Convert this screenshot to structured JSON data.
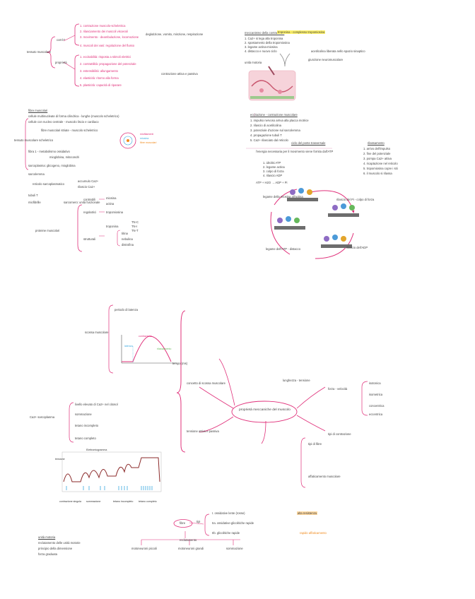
{
  "top_left": {
    "root": "tessuto muscolare",
    "branch_what": "cos'è?",
    "branch_prop": "proprietà",
    "what_items": [
      "1. contrazione muscolo-scheletrica",
      "2. rilasciamento dei muscoli viscerali",
      "3. movimento - deambulazione, locomozione",
      "4. muscoli dei vasi: regolazione del flusso"
    ],
    "what_aside": "deglutizione, vomito, minzione, respirazione",
    "prop_items": [
      "1. eccitabilità: risposta a stimoli elettrici",
      "2. contrattilità: propagazione del potenziale",
      "3. estensibilità: allungamento",
      "4. elasticità: ritorno alla forma",
      "5. plasticità: capacità di riparare"
    ],
    "prop_aside": "contrazione attiva e passiva"
  },
  "mid_left": {
    "title": "fibre muscolari",
    "lines": [
      "cellule multinucleate di forma cilindrica - lunghe (muscolo scheletrico)",
      "cellule con nucleo centrale - muscolo liscio e cardiaco"
    ],
    "striated": "fibre muscolari striate - muscolo scheletrico",
    "striated_note": "tessuto muscolare scheletrico",
    "fiber_type": "fibra 1 - metabolismo ossidativo",
    "fiber_sub": "mioglobina, mitocondri",
    "sarcoplasm": "sarcoplasma: glicogeno, mioglobina",
    "sarcolemma": "sarcolemma",
    "sr": "reticolo sarcoplasmatico",
    "sr_note1": "accumulo Ca2+",
    "sr_note2": "rilascio Ca2+",
    "ttubule": "tubuli T",
    "myofibril": "miofibrille",
    "myofibril_note": "sarcomero: unità funzionale",
    "proteins": "proteine muscolari",
    "legend": [
      "miofilamenti",
      "miosina",
      "fibre muscolari"
    ]
  },
  "proteins_tree": {
    "contractile": "contrattili",
    "myosin": "miosina",
    "actin": "actina",
    "regulatory": "regolatrici",
    "tropomyosin": "tropomiosina",
    "troponin": "troponina",
    "troponin_sub": [
      "TN-C",
      "TN-I",
      "TN-T"
    ],
    "structural": "strutturali",
    "structural_sub": [
      "titina",
      "nebulina",
      "distrofina"
    ]
  },
  "top_right": {
    "title": "meccanismo della contrazione",
    "hl": "troponina - complesso tropomiosina",
    "steps": [
      "1. Ca2+ si lega alla troponina",
      "2. spostamento della tropomiosina",
      "3. legame actina-miosina",
      "4. distacco e nuovo ciclo"
    ],
    "neuro": "unità motoria",
    "neuro_note": "giunzione neuromuscolare",
    "side_note": "acetilcolina liberata nello spazio sinaptico",
    "ec_title": "eccitazione - contrazione muscolare",
    "ec_steps": [
      "1. impulso nervoso arriva alla placca motrice",
      "2. rilascio di acetilcolina",
      "3. potenziale d'azione sul sarcolemma",
      "4. propagazione tubuli T",
      "5. Ca2+ rilasciato dal reticolo"
    ]
  },
  "cycle": {
    "title": "ciclo del ponte trasversale",
    "lines": [
      "l'energia necessaria per il movimento viene fornita dall'ATP",
      "1. idrolisi ATP",
      "2. legame actina",
      "3. colpo di forza",
      "4. rilascio ADP"
    ],
    "atp_note": "ATP + H2O → ADP + Pi",
    "labels": [
      "legame della miosina all'actina",
      "rilascio del Pi - colpo di forza",
      "rilascio dell'ADP",
      "legame dell'ATP - distacco"
    ]
  },
  "right_list": {
    "title": "rilassamento",
    "items": [
      "1. arrivo dell'impulso",
      "2. fine del potenziale",
      "3. pompa Ca2+ attiva",
      "4. ricaptazione nel reticolo",
      "5. tropomiosina copre i siti",
      "6. il muscolo si rilassa"
    ]
  },
  "bottom": {
    "center": "proprietà meccaniche del muscolo",
    "left_top": "scossa muscolare",
    "graph_note": "periodo di latenza",
    "graph_labels": [
      "latenza",
      "contrazione",
      "rilassamento"
    ],
    "graph_time": "tempo (ms)",
    "summation": "sommazione",
    "tetanus_labels": [
      "contrazione singola",
      "sommazione",
      "tetano incompleto",
      "tetano completo"
    ],
    "electro": "Elettromiogramma",
    "tension": "tensione",
    "ca": "Ca2+ sarcoplasma",
    "ca_notes": [
      "livello elevato di Ca2+ nel citosol",
      "tetano incompleto",
      "tetano completo"
    ],
    "center_left": "concetto di scossa muscolare",
    "center_left2": "tensione attiva e passiva",
    "right_branch1": "lunghezza - tensione",
    "right_branch2": "forza - velocità",
    "right_branch3": "tipi di contrazione",
    "isotonic": "isotonica",
    "isometric": "isometrica",
    "concentric": "concentrica",
    "eccentric": "eccentrica",
    "fibers": "tipi di fibre",
    "fatigue": "affaticamento muscolare",
    "bottom_center": "fibre",
    "bottom_tipi": "tipi",
    "tipo_items": [
      "I. ossidative lente (rosse)",
      "IIa. ossidative-glicolitiche rapide",
      "IIb. glicolitiche rapide"
    ],
    "orange1": "alta resistenza",
    "orange2": "rapido affaticamento",
    "bottom_left": "unità motoria",
    "bottom_left_lines": [
      "reclutamento delle unità motorie",
      "principio della dimensione",
      "forza graduata"
    ],
    "bottom_mid": "reclutamento",
    "bottom_mid_items": [
      "motoneuroni piccoli",
      "motoneuroni grandi",
      "sommazione"
    ]
  }
}
